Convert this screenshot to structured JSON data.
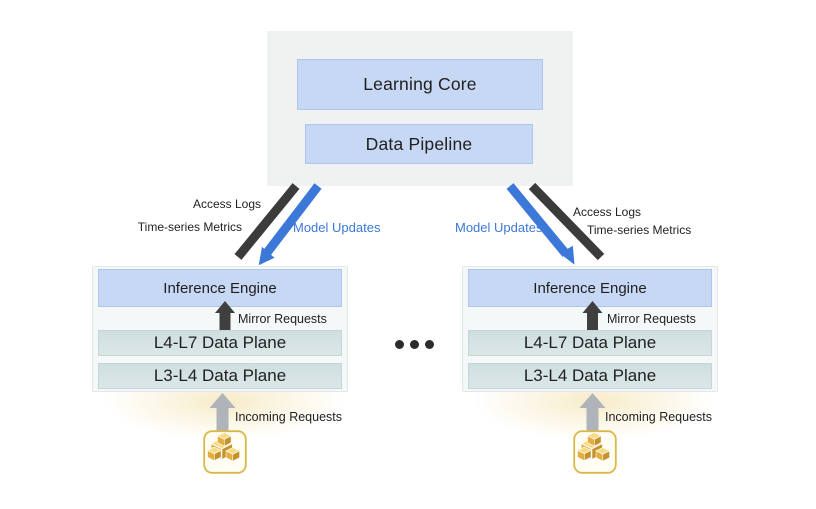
{
  "diagram": {
    "top_panel": {
      "learning_core_label": "Learning Core",
      "data_pipeline_label": "Data Pipeline"
    },
    "flow_labels": {
      "access_logs": "Access Logs",
      "time_series_metrics": "Time-series Metrics",
      "model_updates": "Model Updates",
      "mirror_requests": "Mirror Requests",
      "incoming_requests": "Incoming Requests"
    },
    "clusters": [
      {
        "side": "left",
        "inference_engine_label": "Inference Engine",
        "l4_l7_label": "L4-L7 Data Plane",
        "l3_l4_label": "L3-L4 Data Plane"
      },
      {
        "side": "right",
        "inference_engine_label": "Inference Engine",
        "l4_l7_label": "L4-L7 Data Plane",
        "l3_l4_label": "L3-L4 Data Plane"
      }
    ],
    "icons": {
      "traffic_source": "stacked-cubes-icon",
      "more_clusters": "ellipsis-dots"
    },
    "colors": {
      "panel_bg": "#f0f1f1",
      "box_blue": "#c7d8f4",
      "box_blue_border": "#aec6ee",
      "cluster_bg": "#f5f8f8",
      "cluster_border": "#e2e7e7",
      "plane_fill_top": "#cfdedf",
      "plane_fill_bottom": "#dbe7e7",
      "plane_border": "#c6d5d7",
      "arrow_dark": "#3b3b3b",
      "arrow_blue": "#3c78d8",
      "mirror_arrow": "#3f3f3f",
      "arrow_gray": "#aeb4b9",
      "icon_border_gold": "#d9b84a",
      "cube_top": "#f6dd85",
      "cube_left": "#e3ae3f",
      "cube_right": "#c3922e",
      "glow": "#f6e9c2",
      "dots": "#2b2b2b",
      "text_dark": "#1f1f1f"
    }
  }
}
